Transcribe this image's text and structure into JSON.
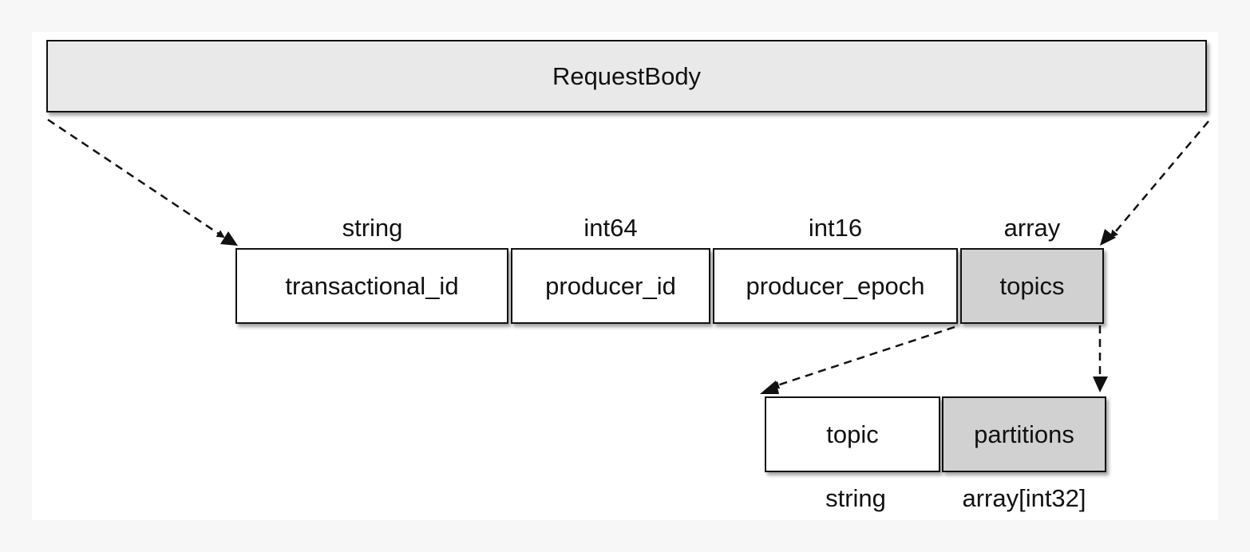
{
  "header": {
    "title": "RequestBody"
  },
  "fields": [
    {
      "name": "transactional_id",
      "type": "string"
    },
    {
      "name": "producer_id",
      "type": "int64"
    },
    {
      "name": "producer_epoch",
      "type": "int16"
    },
    {
      "name": "topics",
      "type": "array"
    }
  ],
  "topic_fields": [
    {
      "name": "topic",
      "type": "string"
    },
    {
      "name": "partitions",
      "type": "array[int32]"
    }
  ],
  "colors": {
    "header_fill": "#e9e9e9",
    "array_fill": "#d1d1d1",
    "plain_fill": "#ffffff",
    "stroke": "#111111"
  }
}
